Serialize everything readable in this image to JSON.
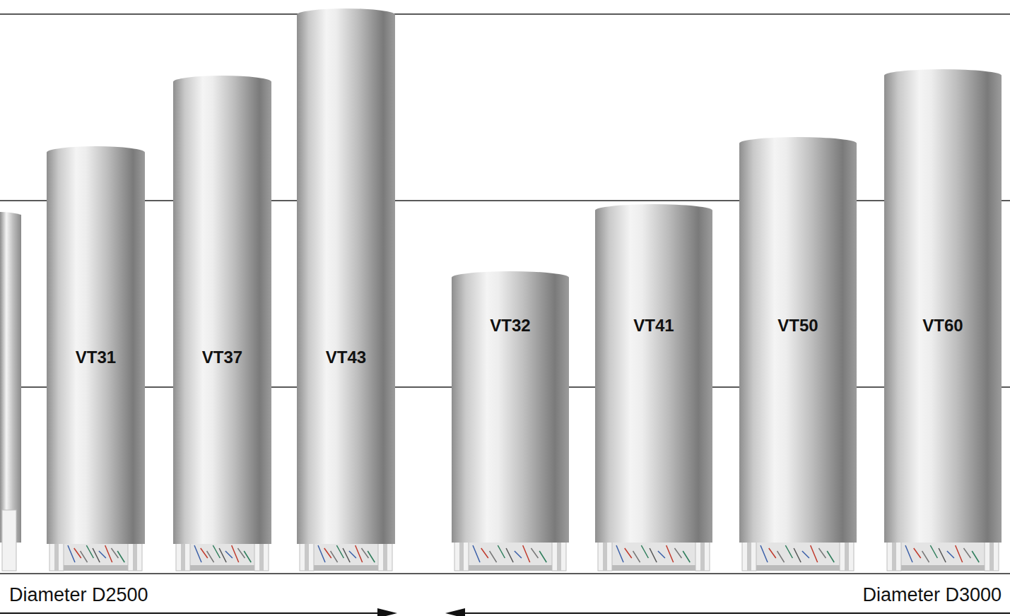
{
  "diagram": {
    "nodes": [
      {
        "text": [
          "VT31"
        ]
      },
      {
        "text": [
          "VT37"
        ]
      },
      {
        "text": [
          "VT43"
        ]
      },
      {
        "text": [
          "VT32"
        ]
      },
      {
        "text": [
          "VT41"
        ]
      },
      {
        "text": [
          "VT50"
        ]
      },
      {
        "text": [
          "VT60"
        ]
      }
    ],
    "labels": [
      "Diameter D2500",
      "Diameter D3000"
    ]
  }
}
